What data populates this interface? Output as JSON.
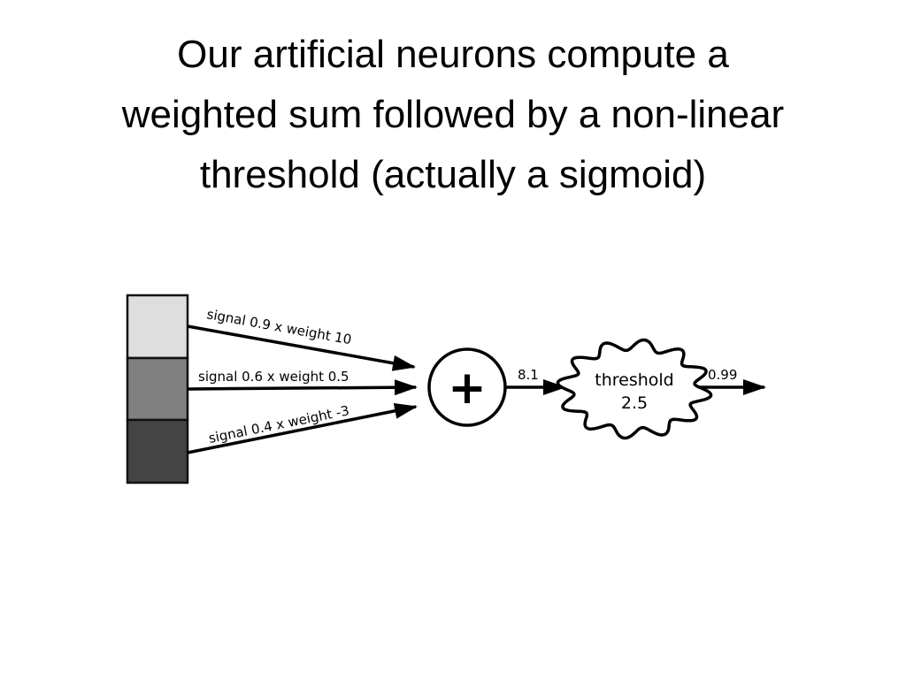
{
  "slide": {
    "title_lines": [
      "Our artificial neurons compute a",
      "weighted sum followed by a non-linear",
      "threshold (actually a sigmoid)"
    ]
  },
  "diagram": {
    "inputs": [
      {
        "label": "signal 0.9 x weight 10",
        "signal": 0.9,
        "weight": 10,
        "color": "#dedede"
      },
      {
        "label": "signal 0.6 x weight 0.5",
        "signal": 0.6,
        "weight": 0.5,
        "color": "#808080"
      },
      {
        "label": "signal 0.4 x weight -3",
        "signal": 0.4,
        "weight": -3,
        "color": "#444444"
      }
    ],
    "sum_symbol": "+",
    "sum_output": "8.1",
    "threshold": {
      "label": "threshold",
      "value": "2.5"
    },
    "final_output": "0.99"
  }
}
